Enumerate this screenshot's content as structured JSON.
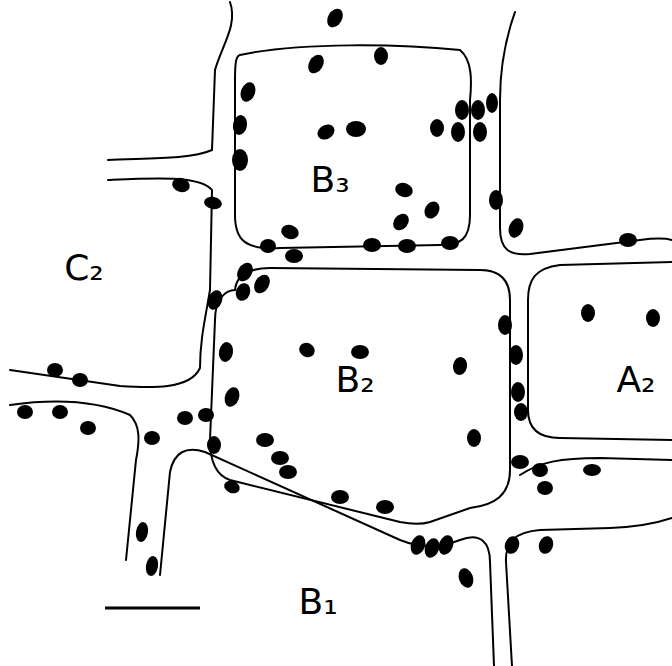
{
  "diagram": {
    "labels": [
      "B₃",
      "C₂",
      "B₂",
      "A₂",
      "B₁"
    ]
  }
}
